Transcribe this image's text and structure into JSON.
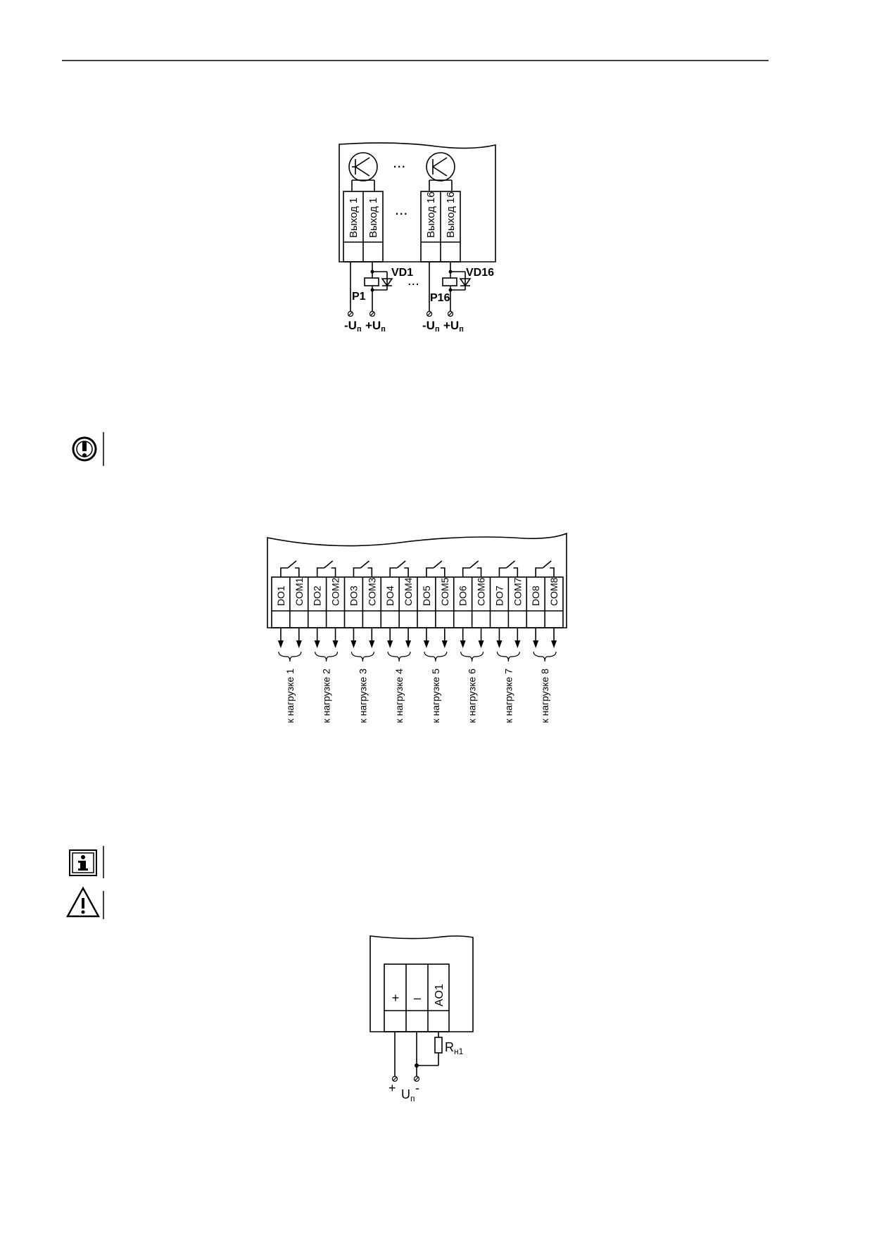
{
  "fig1": {
    "outputs": [
      "Выход 1",
      "Выход 1",
      "Выход 16",
      "Выход 16"
    ],
    "ellipsis": "...",
    "diode_labels": [
      "VD1",
      "VD16"
    ],
    "relay_labels": [
      "P1",
      "P16"
    ],
    "supply_minus": "-U",
    "supply_plus": "+U",
    "supply_sub": "п"
  },
  "fig2": {
    "terminals": [
      "DO1",
      "COM1",
      "DO2",
      "COM2",
      "DO3",
      "COM3",
      "DO4",
      "COM4",
      "DO5",
      "COM5",
      "DO6",
      "COM6",
      "DO7",
      "COM7",
      "DO8",
      "COM8"
    ],
    "loads": [
      "к нагрузке 1",
      "к нагрузке 2",
      "к нагрузке 3",
      "к нагрузке 4",
      "к нагрузке 5",
      "к нагрузке 6",
      "к нагрузке 7",
      "к нагрузке 8"
    ]
  },
  "fig3": {
    "terminals": [
      "+",
      "–",
      "AO1"
    ],
    "resistor_label": "R",
    "resistor_sub": "н1",
    "plus": "+",
    "minus": "-",
    "supply_label": "U",
    "supply_sub": "п"
  }
}
